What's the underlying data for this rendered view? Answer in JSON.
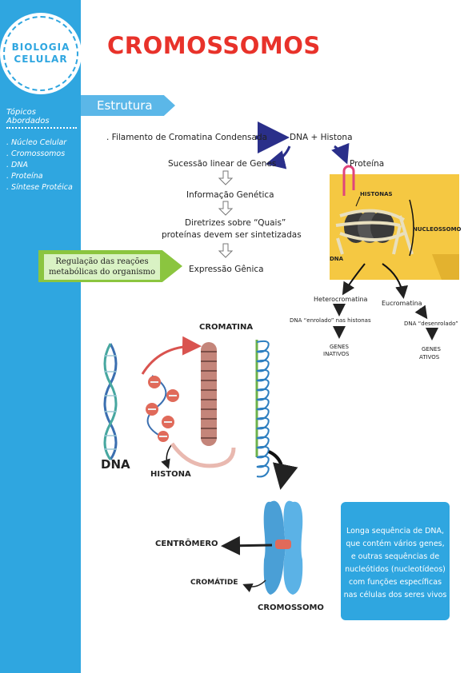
{
  "sidebar": {
    "logo_line1": "BIOLOGIA",
    "logo_line2": "CELULAR",
    "topics_title": "Tópicos Abordados",
    "topics": [
      ". Núcleo Celular",
      ". Cromossomos",
      ". DNA",
      ". Proteína",
      ". Síntese Protéica"
    ]
  },
  "page": {
    "title": "CROMOSSOMOS",
    "section": "Estrutura"
  },
  "flow": {
    "filamento": ". Filamento de Cromatina Condensada",
    "dna_histona": "DNA + Histona",
    "sucessao": "Sucessão linear de Genes",
    "proteina": "Proteína",
    "informacao": "Informação Genética",
    "diretrizes_1": "Diretrizes sobre “Quais”",
    "diretrizes_2": "proteínas devem ser sintetizadas",
    "expressao": "Expressão Gênica",
    "regulacao_1": "Regulação das reações",
    "regulacao_2": "metabólicas do organismo"
  },
  "nucleossomo": {
    "histonas": "HISTONAS",
    "nucleossomo": "NUCLEOSSOMO",
    "dna": "DNA"
  },
  "chromatin_types": {
    "hetero": "Heterocromatina",
    "hetero_desc": "DNA “enrolado” nas histonas",
    "hetero_genes_1": "GENES",
    "hetero_genes_2": "INATIVOS",
    "eu": "Eucromatina",
    "eu_desc": "DNA “desenrolado”",
    "eu_genes_1": "GENES",
    "eu_genes_2": "ATIVOS"
  },
  "illustration": {
    "cromatina": "CROMATINA",
    "dna": "DNA",
    "histona": "HISTONA",
    "centromero": "CENTRÔMERO",
    "cromatide": "CROMÁTIDE",
    "cromossomo": "CROMOSSOMO"
  },
  "note": {
    "lines": [
      "Longa sequência de DNA,",
      "que contém vários genes,",
      "e outras sequências de",
      "nucleótidos (nucleotídeos)",
      "com funções específicas",
      "nas células dos seres vivos"
    ]
  },
  "colors": {
    "sidebar": "#2fa6e0",
    "title": "#e8322a",
    "banner": "#5bb7e8",
    "green": "#8bc53f",
    "sticky": "#f5c842",
    "arrow_navy": "#2a2f8a"
  }
}
